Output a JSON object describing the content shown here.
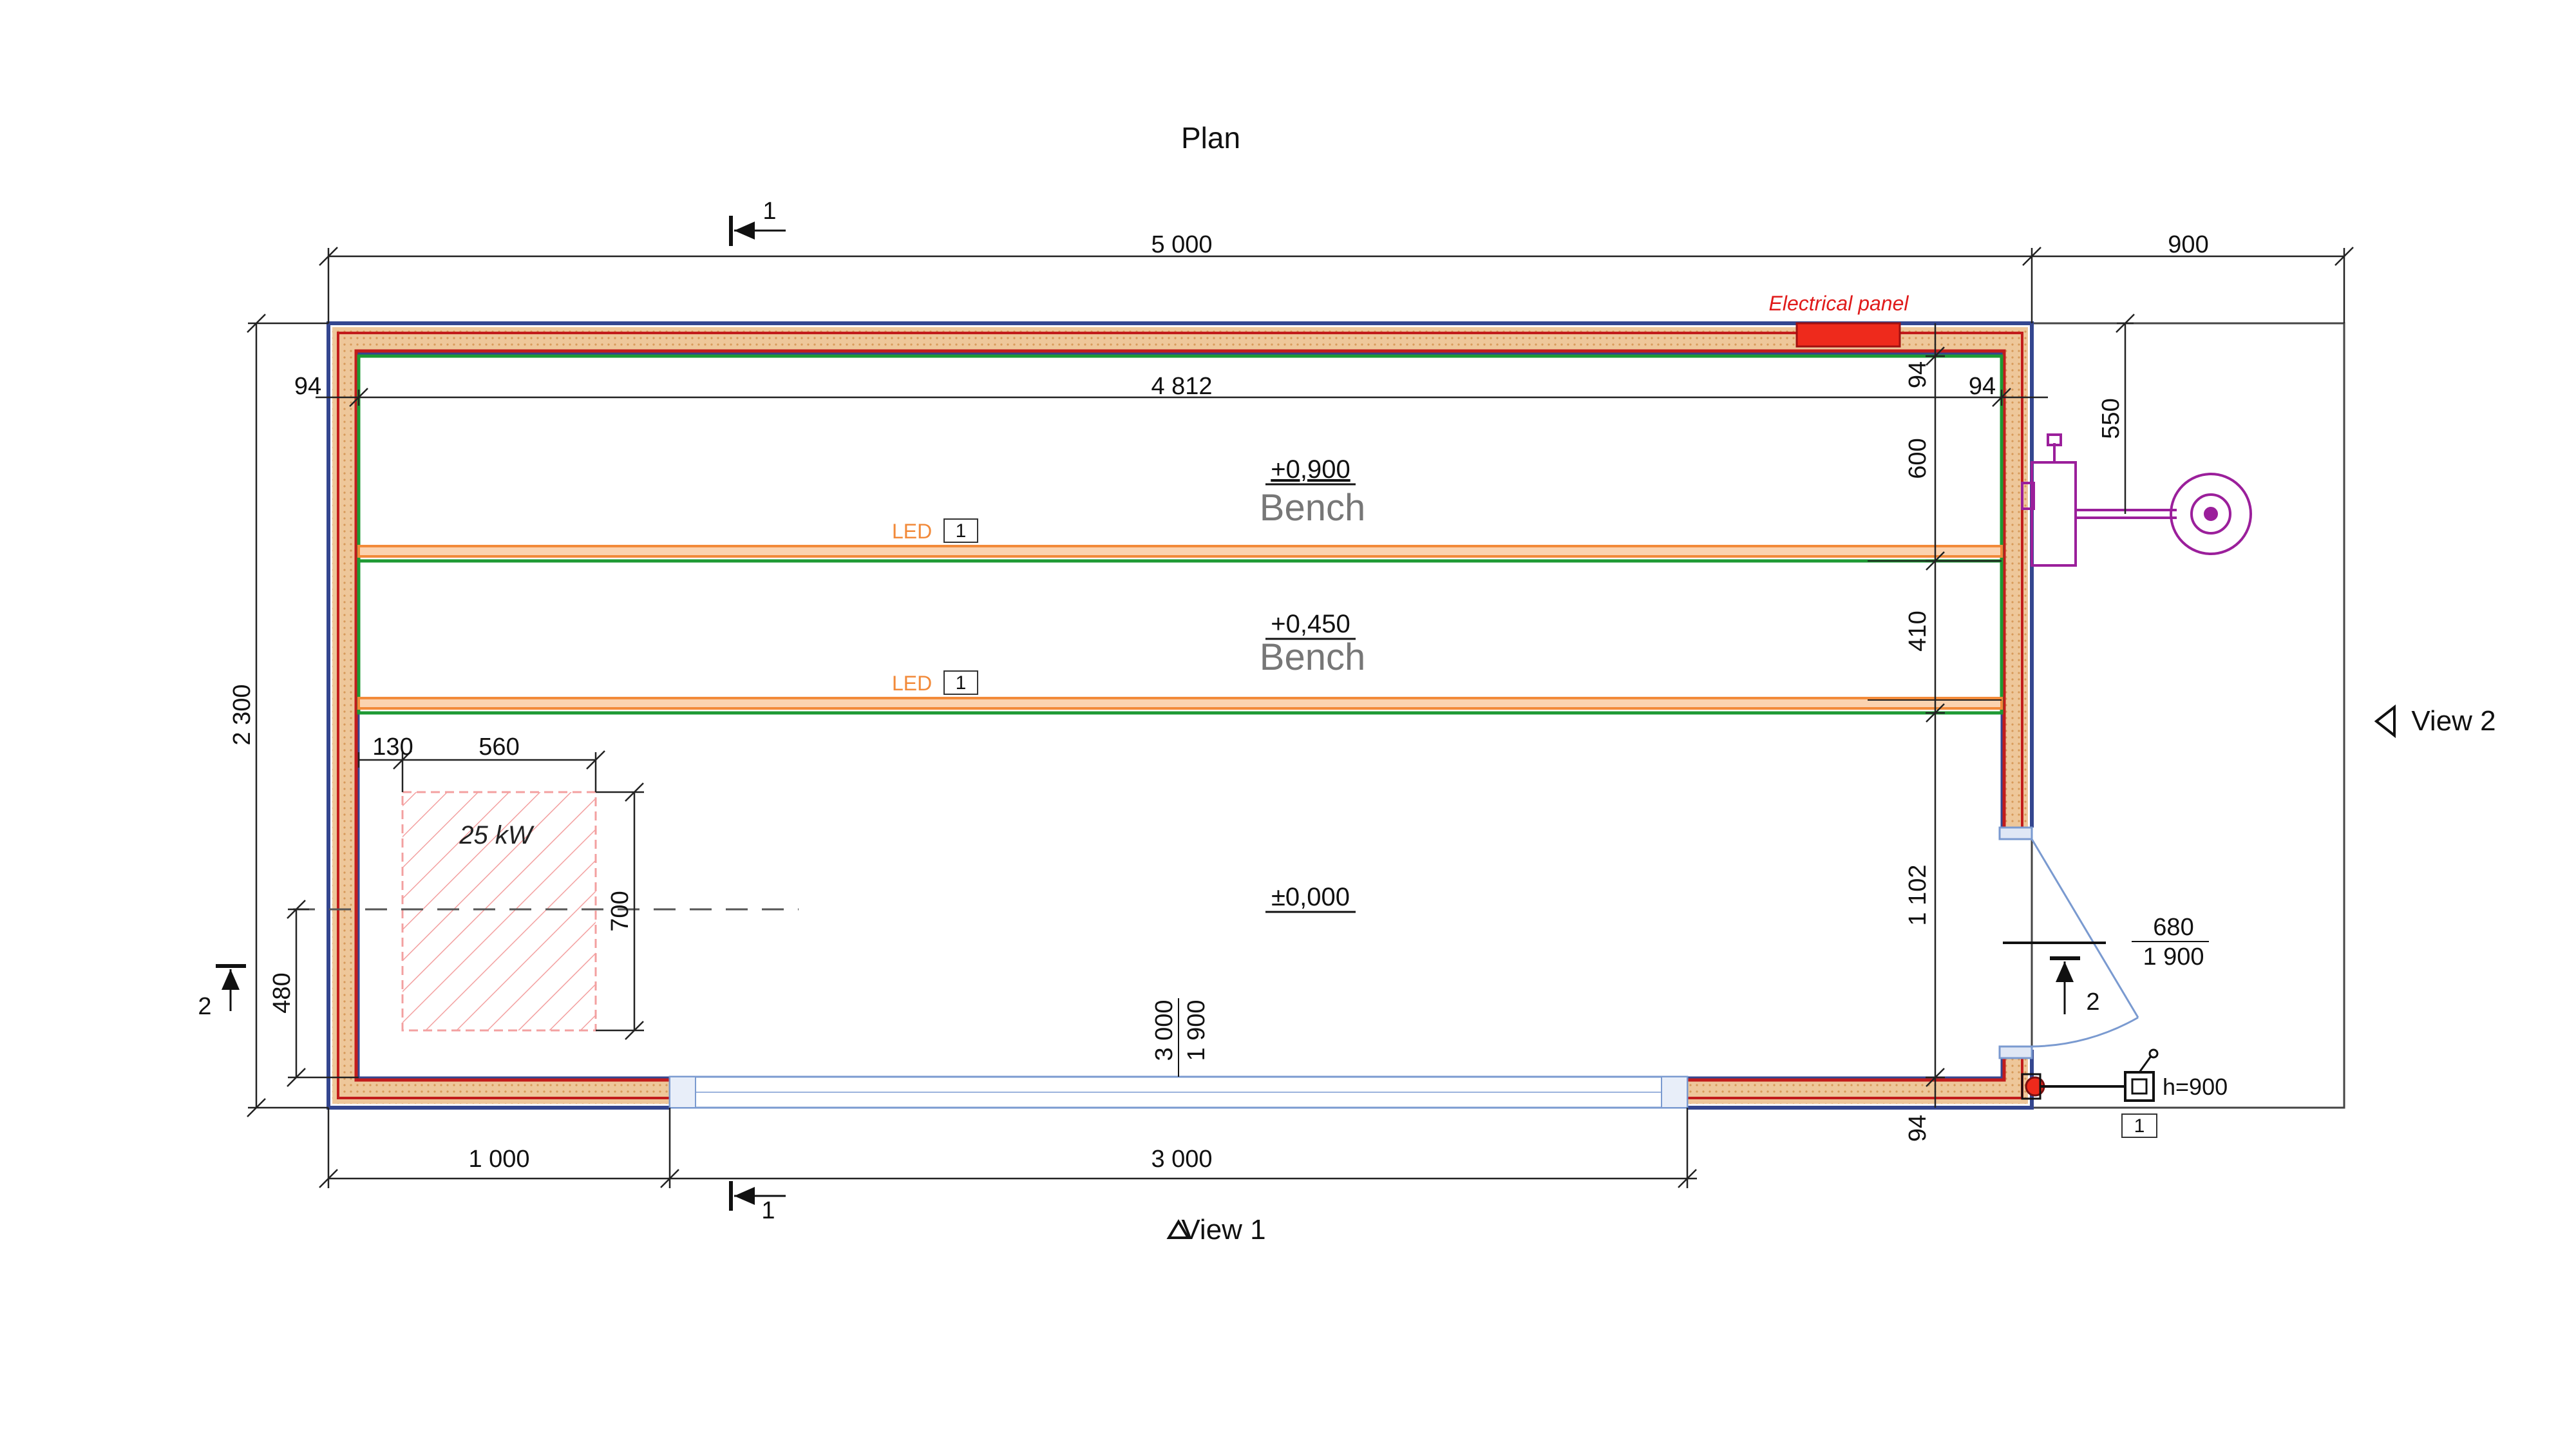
{
  "title": "Plan",
  "dimensions": {
    "overall_length": "5 000",
    "vestibule_width": "900",
    "inner_length": "4 812",
    "wall_left": "94",
    "wall_right": "94",
    "wall_top": "94",
    "wall_bottom": "94",
    "overall_width": "2 300",
    "upper_bench_depth": "600",
    "lower_bench_depth": "410",
    "floor_depth": "1 102",
    "heater_offset_left": "130",
    "heater_width": "560",
    "heater_depth": "700",
    "heater_offset_bottom": "480",
    "left_wall_segment": "1 000",
    "glass_wall_length": "3 000",
    "chimney_offset": "550"
  },
  "levels": {
    "upper": "+0,900",
    "lower": "+0,450",
    "floor": "±0,000"
  },
  "labels": {
    "bench": "Bench",
    "led": "LED",
    "led_tag": "1",
    "electrical_panel": "Electrical panel",
    "heater_power": "25 kW",
    "window_top": "3 000",
    "window_bottom": "1 900",
    "door_top": "680",
    "door_bottom": "1 900",
    "switch_height": "h=900",
    "switch_tag": "1"
  },
  "sections": {
    "section_1": "1",
    "section_2": "2"
  },
  "views": {
    "view_1": "View 1",
    "view_2": "View 2"
  },
  "colors": {
    "wall_outline": "#34468f",
    "insulation": "#e9c49a",
    "wall_red": "#c21c1c",
    "bench_green": "#1e9a34",
    "led_orange": "#f28a3a",
    "electrical_panel": "#ee2a1c",
    "heater_hatch": "#f3a0a0",
    "equipment_purple": "#9b1f9b",
    "dimension": "#222222",
    "bench_text": "#777777",
    "glass": "#7a9ad0"
  }
}
